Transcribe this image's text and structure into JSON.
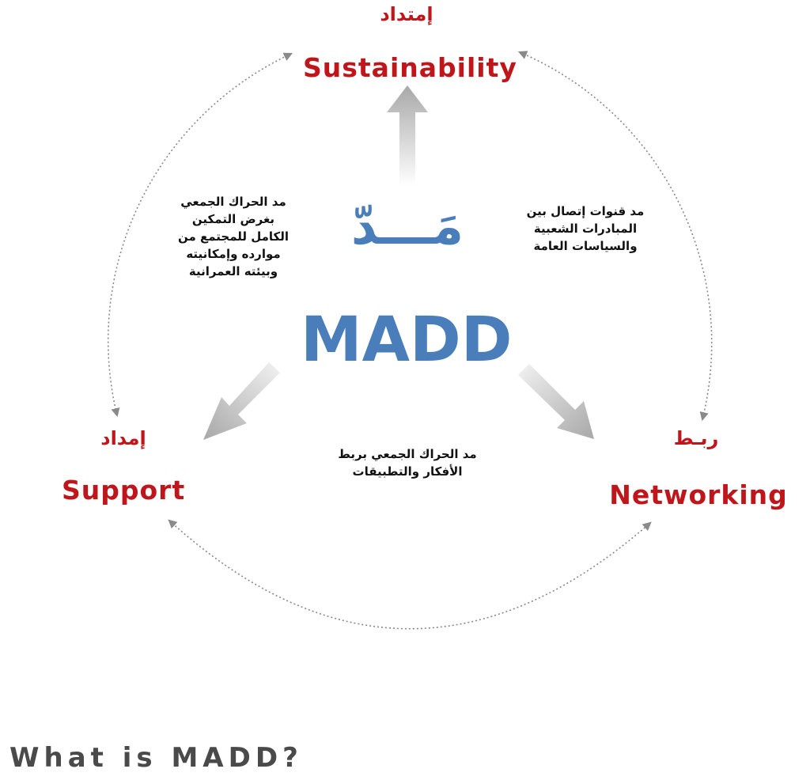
{
  "center": {
    "title_ar": "مَـــدّ",
    "title_en": "MADD"
  },
  "top": {
    "label_ar": "إمتداد",
    "label_en": "Sustainability"
  },
  "left": {
    "label_ar": "إمداد",
    "label_en": "Support"
  },
  "right": {
    "label_ar": "ربـط",
    "label_en": "Networking"
  },
  "descriptions": {
    "left": [
      "مد الحراك الجمعي",
      "بغرض التمكين",
      "الكامل للمجتمع من",
      "موارده وإمكانيته",
      "وبيئته العمرانية"
    ],
    "right": [
      "مد قنوات إتصال بين",
      "المبادرات الشعبية",
      "والسياسات العامة"
    ],
    "bottom": [
      "مد الحراك الجمعي بربط",
      "الأفكار والتطبيقات"
    ]
  },
  "footer": {
    "caption": "What is MADD?"
  },
  "colors": {
    "accent_red": "#c0161b",
    "accent_blue": "#4a7ebb",
    "arrow_gray": "#b5b5b5",
    "cycle_dots": "#8a8a8a"
  }
}
